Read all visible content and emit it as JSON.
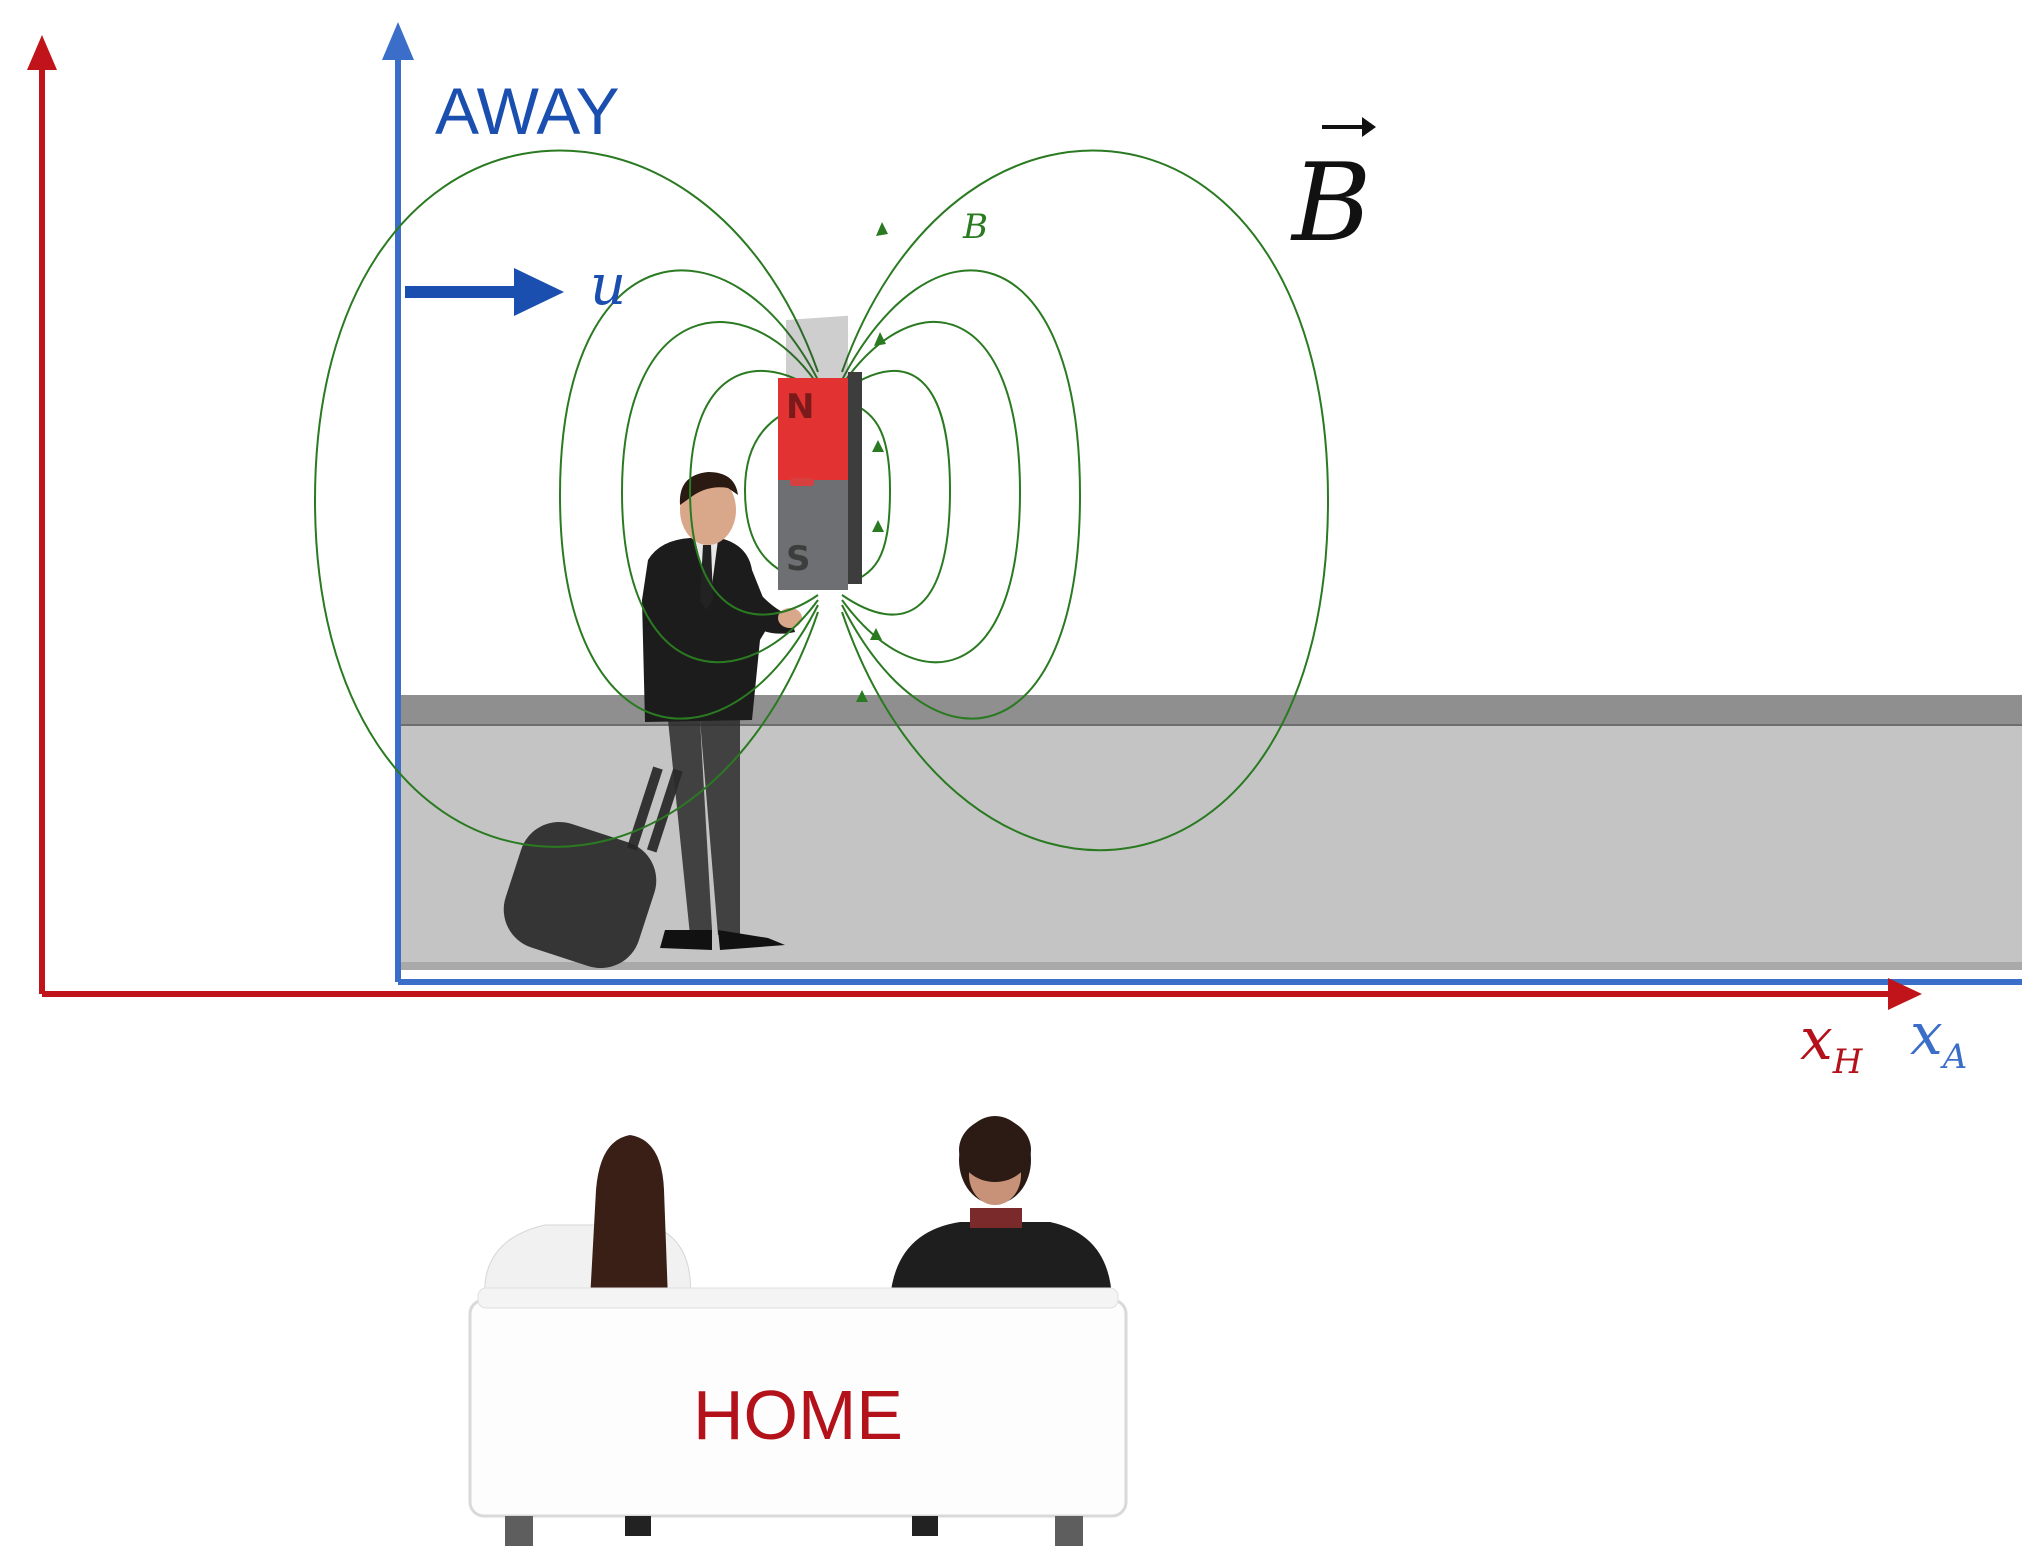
{
  "labels": {
    "away": "AWAY",
    "home": "HOME",
    "velocity": "u",
    "field_big": "B",
    "field_small": "B",
    "axis_home": "x",
    "axis_home_sub": "H",
    "axis_away": "x",
    "axis_away_sub": "A"
  },
  "magnet": {
    "north_label": "N",
    "south_label": "S"
  },
  "colors": {
    "home_axis": "#c0141a",
    "away_axis": "#3a6ec8",
    "field_lines": "#2a7a21",
    "velocity_arrow": "#1a4fb0",
    "magnet_north": "#e23232",
    "magnet_south": "#6d6f72",
    "platform_top": "#8f8f8f",
    "platform_body": "#c4c4c4"
  },
  "icons": {
    "traveler": "businessman-with-suitcase-icon",
    "viewers": "couple-on-sofa-icon"
  }
}
